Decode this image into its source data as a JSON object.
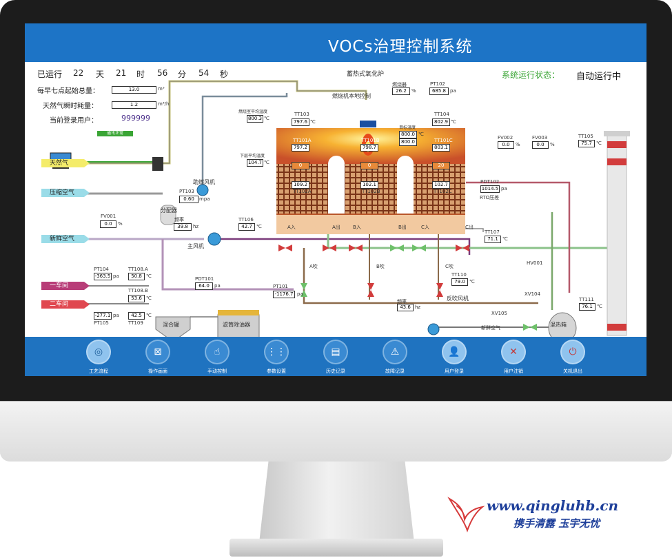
{
  "app": {
    "title": "VOCs治理控制系统"
  },
  "runtime": {
    "prefix": "已运行",
    "days": "22",
    "d_unit": "天",
    "hours": "21",
    "h_unit": "时",
    "minutes": "56",
    "m_unit": "分",
    "seconds": "54",
    "s_unit": "秒"
  },
  "stats": {
    "total_label": "每早七点起始总量：",
    "total_value": "13.0",
    "total_unit": "m³",
    "gas_label": "天然气瞬时耗量：",
    "gas_value": "1.2",
    "gas_unit": "m³/h",
    "user_label": "当前登录用户：",
    "user_value": "999999",
    "comm_label": "通讯正常"
  },
  "status": {
    "label": "系统运行状态：",
    "value": "自动运行中"
  },
  "sources": {
    "gas": "天然气",
    "air": "压缩空气",
    "fresh": "新鲜空气",
    "ws1": "一车间",
    "ws2": "二车间"
  },
  "equipment": {
    "furnace": "蓄热式氧化炉",
    "burner": "燃烧机本地控制",
    "burn_fan": "助燃风机",
    "distributor": "分配器",
    "main_fan": "主风机",
    "mix_tank": "混合罐",
    "filter": "滤筒除油器",
    "back_fan": "反吹风机",
    "mix_box": "混热箱",
    "rto_dp": "RTO压差",
    "fresh_air2": "新鲜空气",
    "freq": "频率"
  },
  "instruments": {
    "pt103": {
      "tag": "PT103",
      "value": "0.60",
      "unit": "mpa"
    },
    "fv001": {
      "tag": "FV001",
      "value": "0.0",
      "unit": "%"
    },
    "freq1": {
      "value": "39.8",
      "unit": "hz"
    },
    "tt106": {
      "tag": "TT106",
      "value": "42.7",
      "unit": "℃"
    },
    "pt104": {
      "tag": "PT104",
      "value": "-363.5",
      "unit": "pa"
    },
    "tt108a": {
      "tag": "TT108.A",
      "value": "50.8",
      "unit": "℃"
    },
    "tt108b": {
      "tag": "TT108.B",
      "value": "53.6",
      "unit": "℃"
    },
    "pt105": {
      "tag": "PT105",
      "value": "-277.1",
      "unit": "pa"
    },
    "tt109": {
      "tag": "TT109",
      "value": "42.5",
      "unit": "℃"
    },
    "pdt101": {
      "tag": "PDT101",
      "value": "64.0",
      "unit": "pa"
    },
    "pt101": {
      "tag": "PT101",
      "value": "-1176.7",
      "unit": "pa"
    },
    "burner_pct": {
      "tag": "燃烧器",
      "value": "26.2",
      "unit": "%"
    },
    "pt102": {
      "tag": "PT102",
      "value": "685.8",
      "unit": "pa"
    },
    "upper_avg": {
      "tag": "燃烧室平均温度",
      "value": "800.3",
      "unit": "℃"
    },
    "lower_avg": {
      "tag": "下层平均温度",
      "value": "104.7",
      "unit": "℃"
    },
    "target": {
      "tag": "目标温度",
      "value1": "800.0",
      "value2": "800.0",
      "unit": "℃"
    },
    "tt103": {
      "tag": "TT103",
      "value": "797.6",
      "unit": "℃"
    },
    "tt104": {
      "tag": "TT104",
      "value": "802.9",
      "unit": "℃"
    },
    "tt101a": {
      "tag": "TT101A",
      "value": "797.2"
    },
    "tt101b": {
      "tag": "TT101B",
      "value": "798.7"
    },
    "tt101c": {
      "tag": "TT101C",
      "value": "803.1"
    },
    "bed_a": "0",
    "bed_b": "0",
    "bed_c": "20",
    "tt102a": {
      "tag": "TT102A",
      "value": "109.2"
    },
    "tt102b": {
      "tag": "TT102B",
      "value": "102.1"
    },
    "tt102c": {
      "tag": "TT102C",
      "value": "102.7"
    },
    "pdt102": {
      "tag": "PDT102",
      "value": "1014.5",
      "unit": "pa"
    },
    "fv002": {
      "tag": "FV002",
      "value": "0.0",
      "unit": "%"
    },
    "fv003": {
      "tag": "FV003",
      "value": "0.0",
      "unit": "%"
    },
    "tt105": {
      "tag": "TT105",
      "value": "75.7",
      "unit": "℃"
    },
    "tt107": {
      "tag": "TT107",
      "value": "71.1",
      "unit": "℃"
    },
    "tt110": {
      "tag": "TT110",
      "value": "79.0",
      "unit": "℃"
    },
    "tt111": {
      "tag": "TT111",
      "value": "76.1",
      "unit": "℃"
    },
    "freq2": {
      "value": "43.6",
      "unit": "hz"
    },
    "hv001": "HV001",
    "xv104": "XV104",
    "xv105": "XV105"
  },
  "valves": {
    "a_in": "A入",
    "a_out": "A出",
    "b_in": "B入",
    "b_out": "B出",
    "c_in": "C入",
    "c_out": "C出",
    "a_blow": "A吹",
    "b_blow": "B吹",
    "c_blow": "C吹"
  },
  "toolbar": [
    {
      "label": "工艺流程",
      "icon": "process-icon"
    },
    {
      "label": "操作画面",
      "icon": "operation-icon"
    },
    {
      "label": "手动控制",
      "icon": "hand-icon"
    },
    {
      "label": "参数设置",
      "icon": "sliders-icon"
    },
    {
      "label": "历史记录",
      "icon": "history-icon"
    },
    {
      "label": "故障记录",
      "icon": "fault-icon"
    },
    {
      "label": "用户登录",
      "icon": "user-icon"
    },
    {
      "label": "用户注销",
      "icon": "user-logout-icon"
    },
    {
      "label": "关机退出",
      "icon": "power-icon"
    }
  ],
  "brand": {
    "url": "www.qingluhb.cn",
    "slogan": "携手清露 玉宇无忧"
  },
  "colors": {
    "header": "#1d74c6",
    "toolbar": "#1f73c0",
    "status": "#3aa535",
    "furnace": "#b9562a"
  }
}
